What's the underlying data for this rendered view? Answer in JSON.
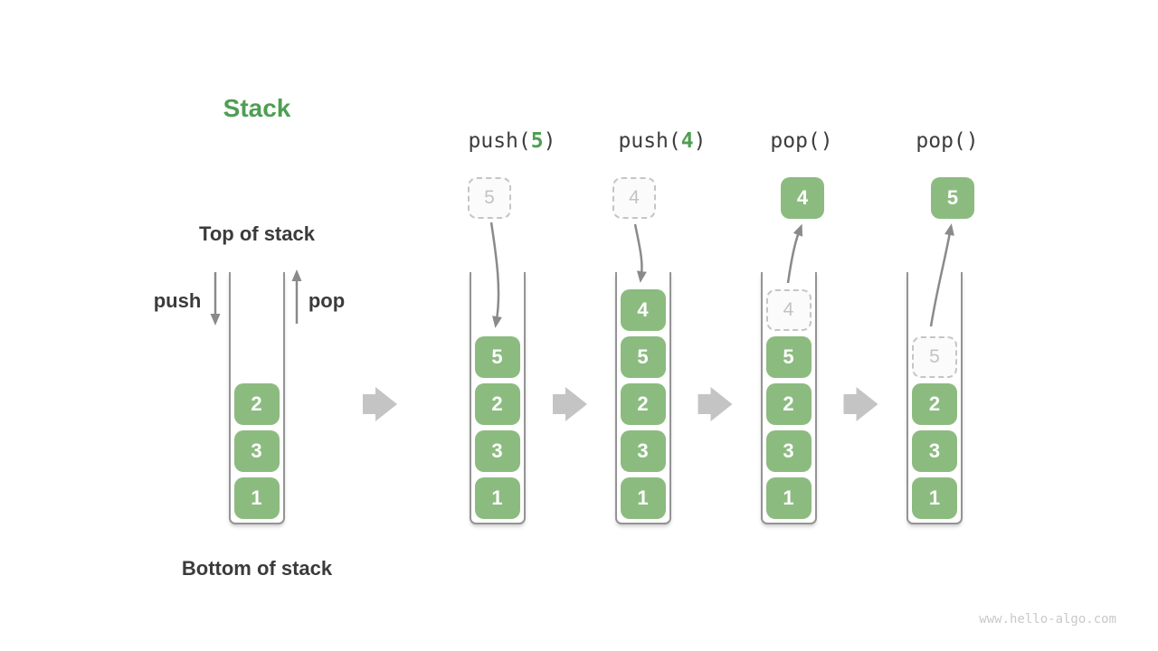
{
  "title": "Stack",
  "side_labels": {
    "top": "Top of stack",
    "bottom": "Bottom of stack",
    "push": "push",
    "pop": "pop"
  },
  "watermark": "www.hello-algo.com",
  "colors": {
    "box_green": "#8CBB80",
    "title_green": "#4F9E53",
    "dark_text": "#3B3B3B",
    "code_text": "#3D3D3D",
    "arrow_stroke": "#8A8A8A",
    "block_arrow": "#C4C4C4",
    "dashed_border": "#C5C5C5",
    "ghost_fill": "#FBFBFB",
    "ghost_text": "#C3C3C3",
    "wall": "#949494",
    "item_text": "#FFFFFF",
    "watermark": "#C9C9C9"
  },
  "columns": [
    {
      "id": "initial",
      "items": [
        {
          "value": "2"
        },
        {
          "value": "3"
        },
        {
          "value": "1"
        }
      ]
    },
    {
      "id": "after-push-5",
      "operation": {
        "prefix": "push(",
        "arg": "5",
        "suffix": ")"
      },
      "incoming": {
        "value": "5",
        "style": "dashed"
      },
      "items": [
        {
          "value": "5"
        },
        {
          "value": "2"
        },
        {
          "value": "3"
        },
        {
          "value": "1"
        }
      ]
    },
    {
      "id": "after-push-4",
      "operation": {
        "prefix": "push(",
        "arg": "4",
        "suffix": ")"
      },
      "incoming": {
        "value": "4",
        "style": "dashed"
      },
      "items": [
        {
          "value": "4"
        },
        {
          "value": "5"
        },
        {
          "value": "2"
        },
        {
          "value": "3"
        },
        {
          "value": "1"
        }
      ]
    },
    {
      "id": "after-pop-4",
      "operation": {
        "prefix": "pop()",
        "arg": "",
        "suffix": ""
      },
      "incoming": {
        "value": "4",
        "style": "solid"
      },
      "items": [
        {
          "value": "4",
          "ghost": true
        },
        {
          "value": "5"
        },
        {
          "value": "2"
        },
        {
          "value": "3"
        },
        {
          "value": "1"
        }
      ]
    },
    {
      "id": "after-pop-5",
      "operation": {
        "prefix": "pop()",
        "arg": "",
        "suffix": ""
      },
      "incoming": {
        "value": "5",
        "style": "solid"
      },
      "items": [
        {
          "value": "5",
          "ghost": true
        },
        {
          "value": "2"
        },
        {
          "value": "3"
        },
        {
          "value": "1"
        }
      ]
    }
  ]
}
